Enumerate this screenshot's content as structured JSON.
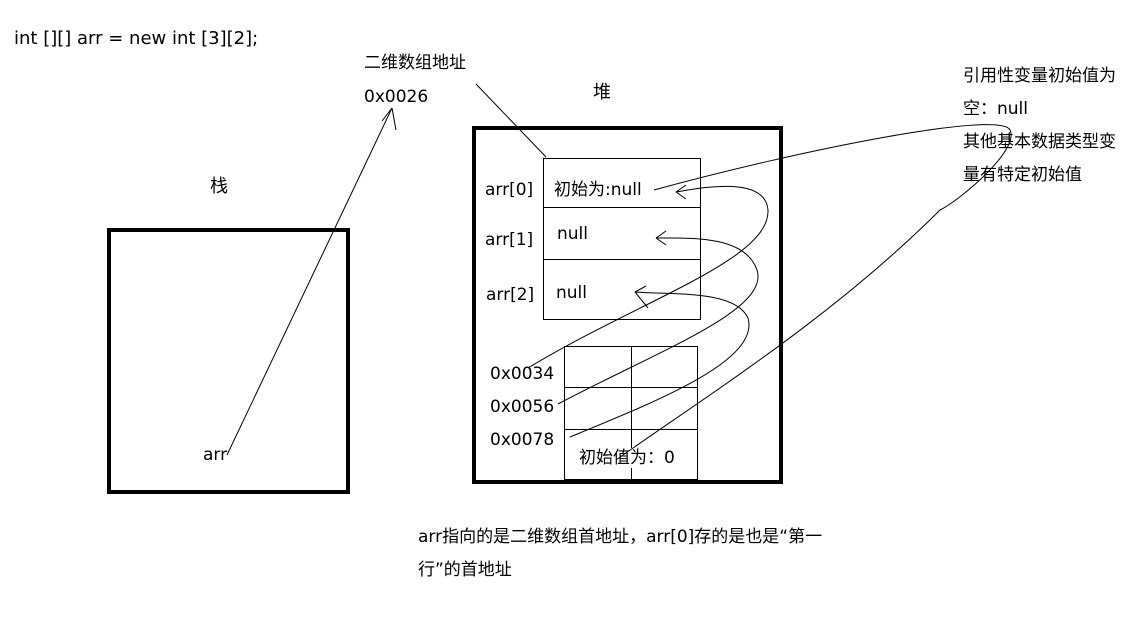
{
  "code_line": "int [][] arr = new int [3][2];",
  "stack": {
    "label": "栈",
    "var_name": "arr"
  },
  "array_address": {
    "title": "二维数组地址",
    "value": "0x0026"
  },
  "heap": {
    "label": "堆",
    "outer_rows": [
      {
        "label": "arr[0]",
        "value": "初始为:null"
      },
      {
        "label": "arr[1]",
        "value": "null"
      },
      {
        "label": "arr[2]",
        "value": "null"
      }
    ],
    "inner_addresses": [
      "0x0034",
      "0x0056",
      "0x0078"
    ],
    "inner_init_text": "初始值为：0"
  },
  "notes": {
    "right_line1": "引用性变量初始值为",
    "right_line2": "空：null",
    "right_line3": "其他基本数据类型变",
    "right_line4": "量有特定初始值",
    "bottom_line1": "arr指向的是二维数组首地址，arr[0]存的是也是“第一",
    "bottom_line2": "行”的首地址"
  },
  "colors": {
    "ink": "#000000",
    "background": "#ffffff"
  }
}
